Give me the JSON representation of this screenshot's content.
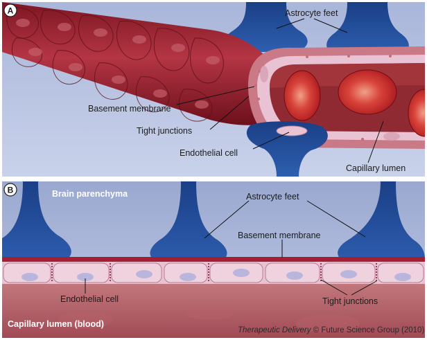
{
  "panel_a": {
    "badge": "A",
    "labels": {
      "astrocyte_feet": "Astrocyte feet",
      "basement_membrane": "Basement membrane",
      "tight_junctions": "Tight junctions",
      "endothelial_cell": "Endothelial cell",
      "capillary_lumen": "Capillary lumen"
    }
  },
  "panel_b": {
    "badge": "B",
    "labels": {
      "brain_parenchyma": "Brain parenchyma",
      "astrocyte_feet": "Astrocyte feet",
      "basement_membrane": "Basement membrane",
      "endothelial_cell": "Endothelial cell",
      "tight_junctions": "Tight junctions",
      "capillary_lumen": "Capillary lumen (blood)"
    },
    "credit": {
      "journal": "Therapeutic Delivery",
      "rest": " © Future Science Group (2010)"
    }
  },
  "colors": {
    "background_blue": "#b7c2e0",
    "astrocyte_blue": "#1f4d9a",
    "vessel_red": "#9b1f2c",
    "endothelium_pink": "#e9c3d3",
    "lumen_red": "#a93a3f"
  }
}
